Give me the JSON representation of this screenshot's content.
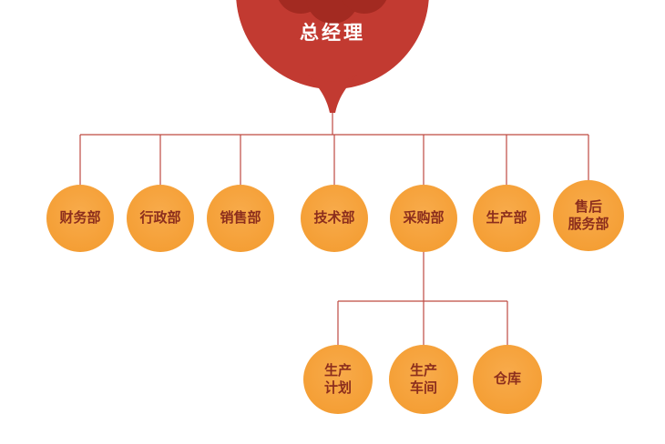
{
  "root": {
    "label": "总经理"
  },
  "departments": [
    {
      "label": "财务部"
    },
    {
      "label": "行政部"
    },
    {
      "label": "销售部"
    },
    {
      "label": "技术部"
    },
    {
      "label": "采购部"
    },
    {
      "label": "生产部"
    },
    {
      "label": "售后\n服务部"
    }
  ],
  "subdepartments": [
    {
      "label": "生产\n计划"
    },
    {
      "label": "生产\n车间"
    },
    {
      "label": "仓库"
    }
  ],
  "colors": {
    "root_fill": "#c23a31",
    "root_ornament": "#a32a21",
    "root_text": "#ffffff",
    "node_fill": "#f6a23c",
    "node_text": "#8c2e1d",
    "line": "#bf4a42",
    "background": "#ffffff"
  }
}
